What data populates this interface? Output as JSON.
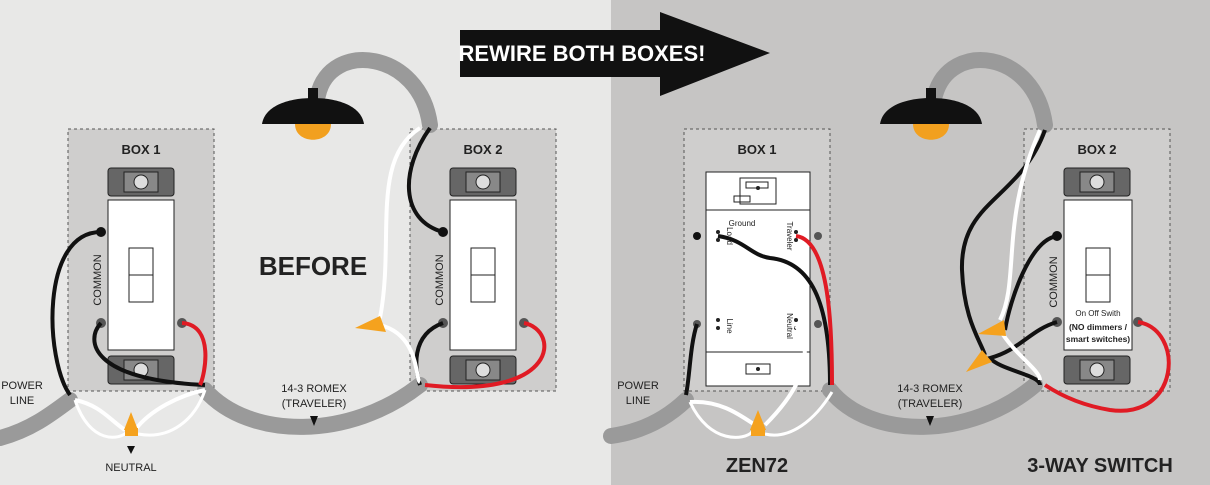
{
  "banner": {
    "text": "REWIRE BOTH BOXES!"
  },
  "before": {
    "title": "BEFORE",
    "box1_title": "BOX 1",
    "box2_title": "BOX 2",
    "common_label": "COMMON",
    "power_line_1": "POWER",
    "power_line_2": "LINE",
    "romex_1": "14-3 ROMEX",
    "romex_2": "(TRAVELER)",
    "neutral": "NEUTRAL"
  },
  "after": {
    "box1_title": "BOX 1",
    "box2_title": "BOX 2",
    "common_label": "COMMON",
    "power_line_1": "POWER",
    "power_line_2": "LINE",
    "romex_1": "14-3 ROMEX",
    "romex_2": "(TRAVELER)",
    "zen_label": "ZEN72",
    "switch_label": "3-WAY SWITCH",
    "terminal_ground": "Ground",
    "terminal_load": "Load",
    "terminal_traveler": "Traveler",
    "terminal_line": "Line",
    "terminal_neutral": "Neutral",
    "note_1": "On Off Swith",
    "note_2": "(NO dimmers /",
    "note_3": "smart switches)"
  },
  "colors": {
    "left_bg": "#e8e8e7",
    "right_bg": "#c6c5c4",
    "box_fill": "#cfcecd",
    "cable": "#9a9a9a",
    "wire_red": "#e01b24",
    "wire_black": "#111111",
    "wire_white": "#ffffff",
    "nut": "#f5a21e",
    "bulb": "#f2a01f"
  }
}
